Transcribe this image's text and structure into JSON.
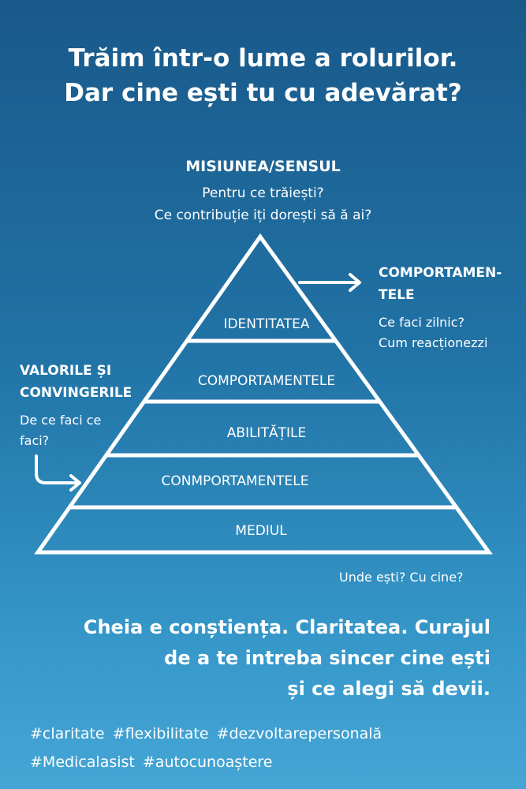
{
  "title": {
    "line1": "Trăim într-o lume a rolurilor.",
    "line2": "Dar cine ești tu cu adevărat?"
  },
  "top": {
    "heading": "MISIUNEA/SENSUL",
    "line1": "Pentru ce trăiești?",
    "line2": "Ce contribuție iți dorești să ă ai?"
  },
  "right": {
    "heading1": "COMPORTAMEN-",
    "heading2": "TELE",
    "line1": "Ce faci zilnic?",
    "line2": "Cum reacționezzi"
  },
  "left": {
    "heading1": "VALORILE ȘI",
    "heading2": "CONVINGERILE",
    "line1": "De ce faci ce",
    "line2": "faci?"
  },
  "pyramid": {
    "levels": [
      "IDENTITATEA",
      "COMPORTAMENTELE",
      "ABILITĂȚILE",
      "CONMPORTAMENTELE",
      "MEDIUL"
    ]
  },
  "bottom_note": "Unde ești? Cu cine?",
  "key": {
    "line1": "Cheia e conștiența. Claritatea. Curajul",
    "line2": "de a te intreba sincer cine ești",
    "line3": "și ce alegi să devii."
  },
  "hashtags": [
    "#claritate",
    "#flexibilitate",
    "#dezvoltarepersonală",
    "#Medicalasist",
    "#autocunoaștere"
  ]
}
